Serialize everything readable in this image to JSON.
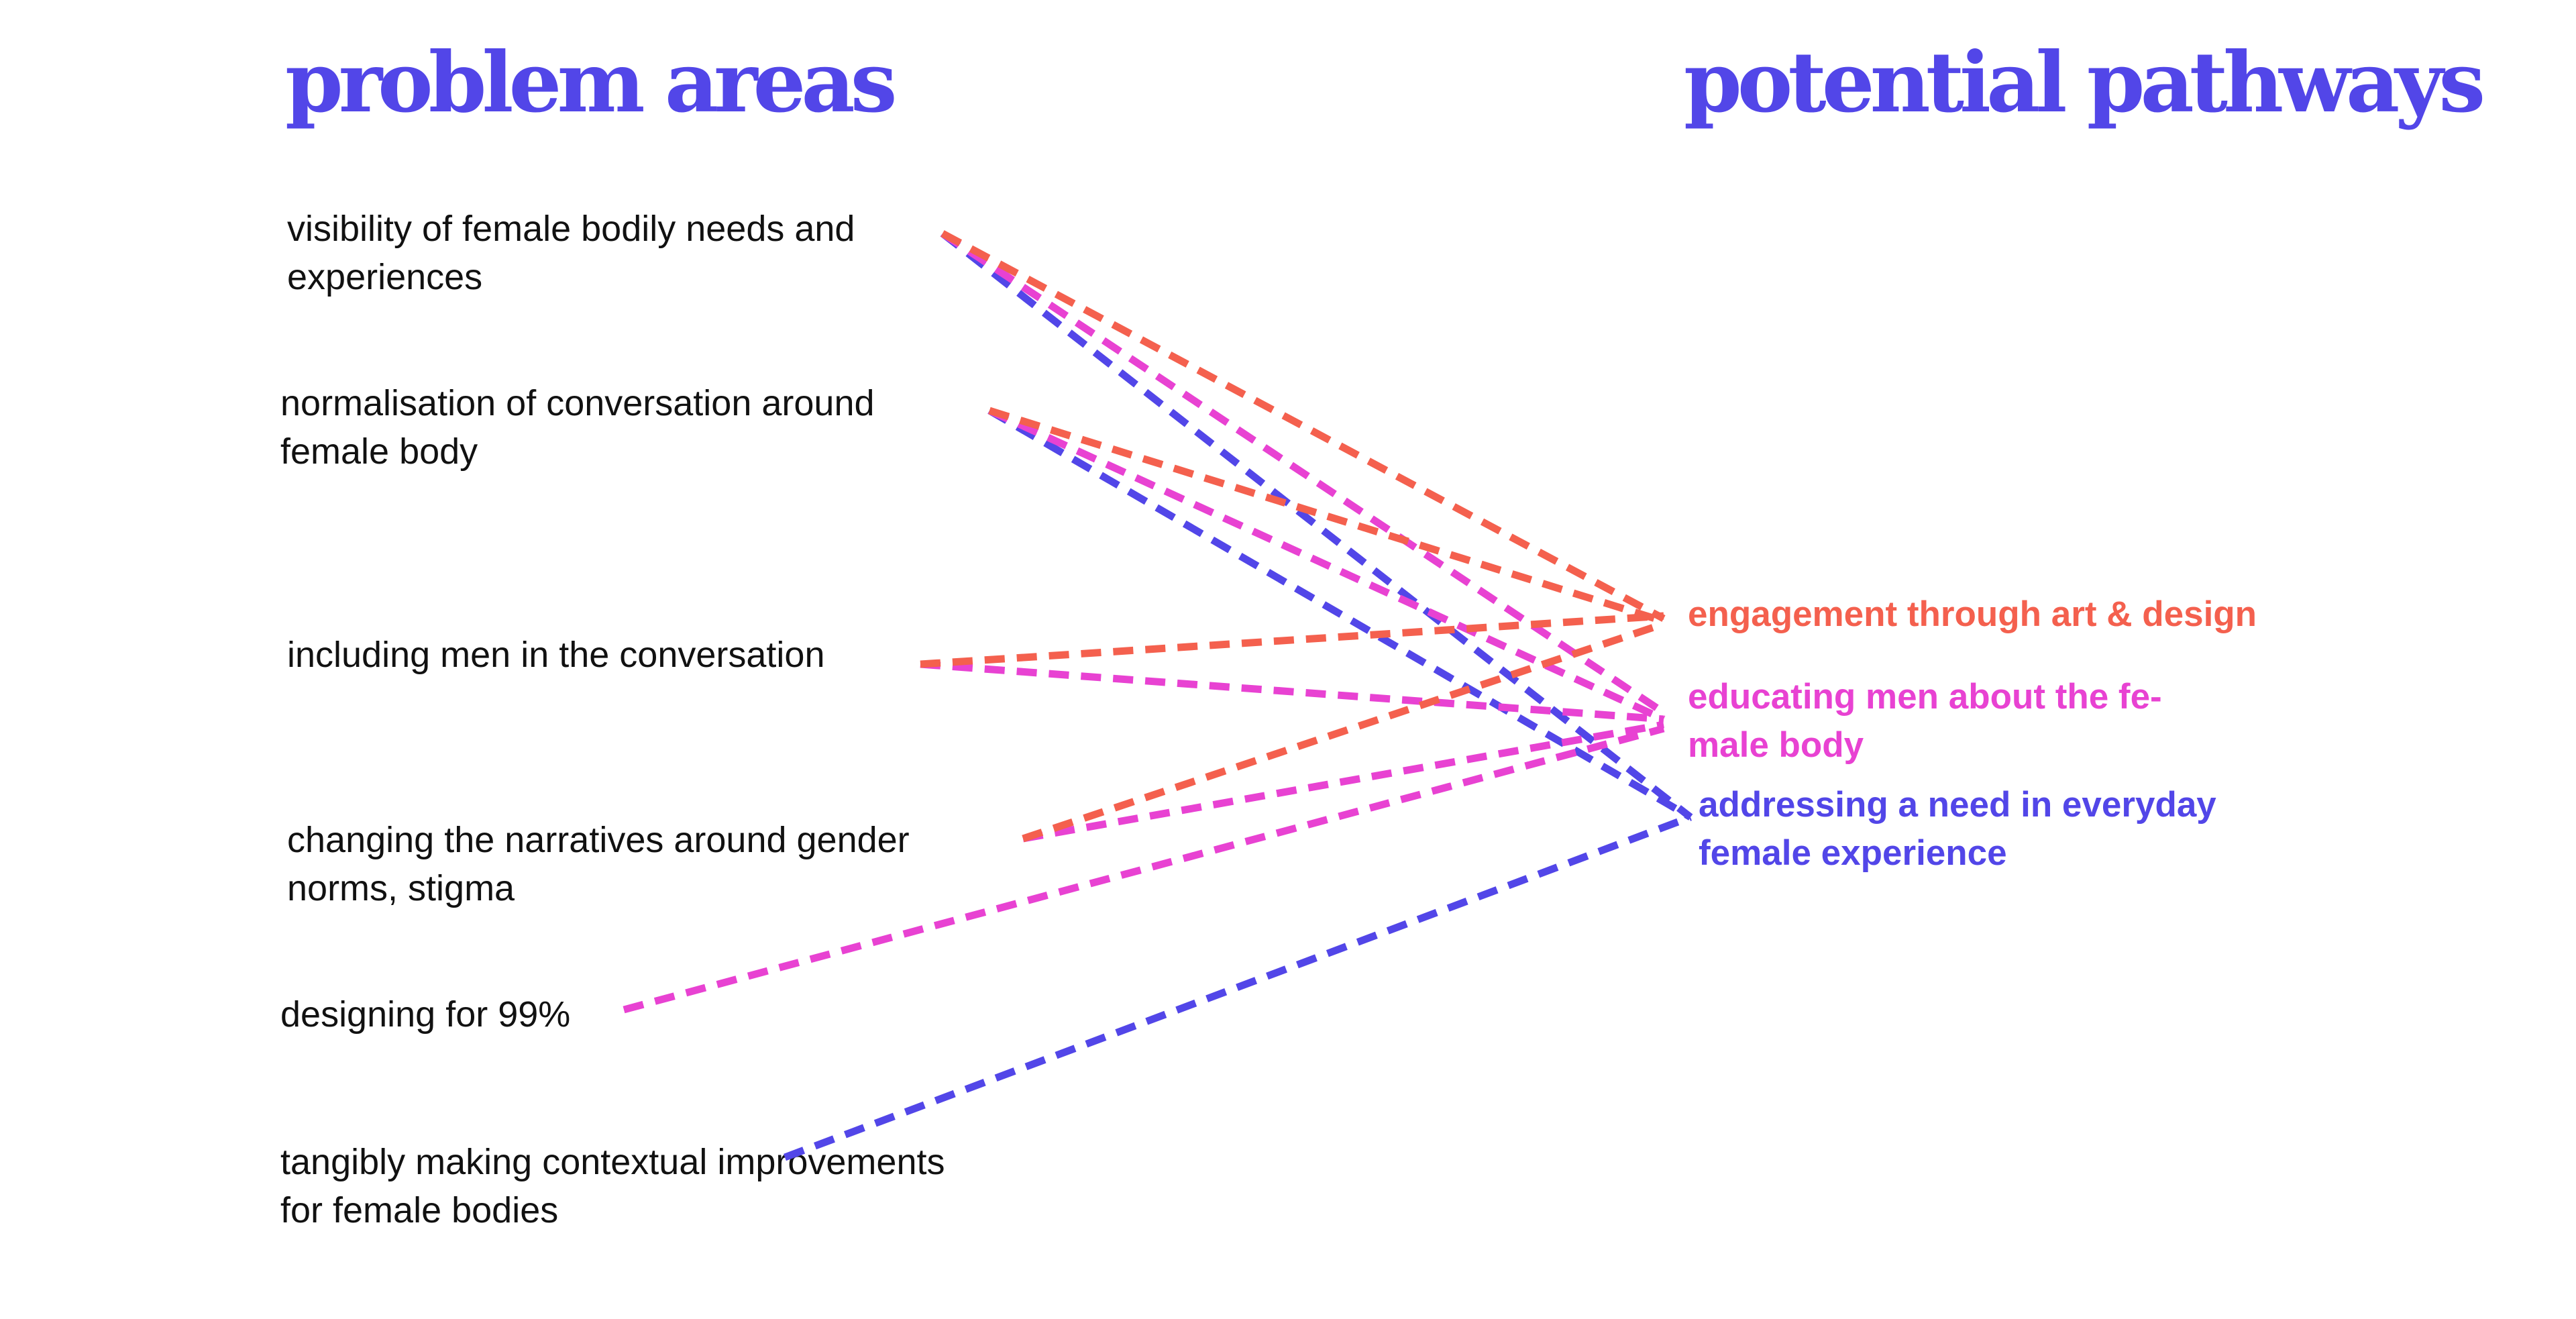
{
  "headings": {
    "left": "problem areas",
    "right": "potential pathways"
  },
  "problems": [
    "visibility of female bodily needs and experiences",
    "normalisation of conversation around female body",
    "including men in the conversation",
    "changing the narratives around gender norms, stigma",
    "designing for 99%",
    "tangibly making contextual improvements for female bodies"
  ],
  "pathways": [
    {
      "label": "engagement through art & design",
      "color": "#f4604e"
    },
    {
      "label": "educating men about the fe-male body",
      "color": "#e842d2"
    },
    {
      "label": "addressing a need in everyday female experience",
      "color": "#5246e8"
    }
  ],
  "connections": [
    {
      "from": 0,
      "to": 0
    },
    {
      "from": 0,
      "to": 1
    },
    {
      "from": 0,
      "to": 2
    },
    {
      "from": 1,
      "to": 0
    },
    {
      "from": 1,
      "to": 1
    },
    {
      "from": 1,
      "to": 2
    },
    {
      "from": 2,
      "to": 0
    },
    {
      "from": 2,
      "to": 1
    },
    {
      "from": 3,
      "to": 0
    },
    {
      "from": 3,
      "to": 1
    },
    {
      "from": 4,
      "to": 1
    },
    {
      "from": 5,
      "to": 2
    }
  ]
}
